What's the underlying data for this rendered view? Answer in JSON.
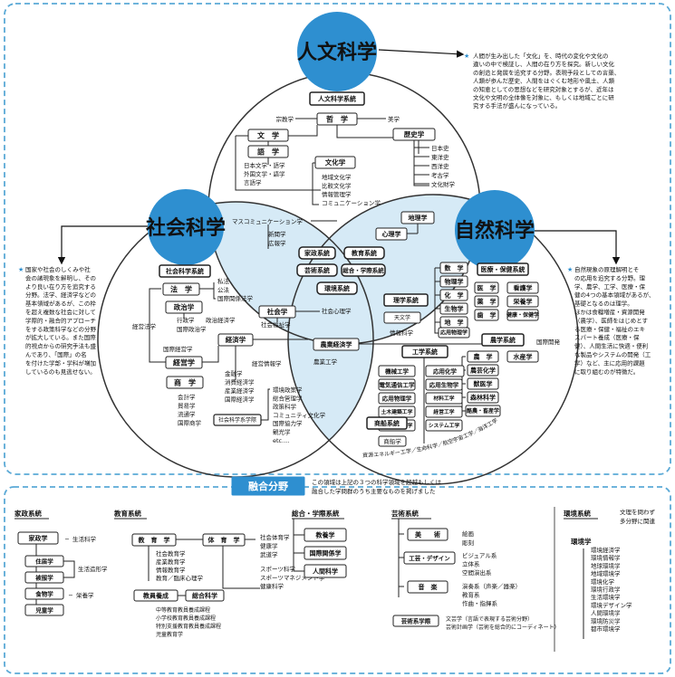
{
  "upper": {
    "humanities": {
      "title": "人文科学",
      "desc": [
        "人間が生み出した「文化」を、時代の変化や文化の",
        "違いの中で検証し、人間の在り方を探究。新しい文化",
        "の創造と発展を追究する分野。表現手段としての言葉、",
        "人類が歩んだ歴史、人間をはぐくむ地形や風土、人類",
        "の知恵としての思想などを研究対象とするが、近年は",
        "文化や文明の全体像を対象に、もしくは地域ごとに研",
        "究する手法が盛んになっている。"
      ],
      "system_label": "人文科学系統",
      "philosophy": "哲　学",
      "religion": "宗教学",
      "aesthetics": "美学",
      "literature": "文　学",
      "history": "歴史学",
      "history_items": [
        "日本史",
        "東洋史",
        "西洋史",
        "考古学",
        "文化財学"
      ],
      "linguistics": "語　学",
      "lang_items": [
        "日本文学・語学",
        "外国文学・語学",
        "言語学"
      ],
      "culture": "文化学",
      "culture_items": [
        "地域文化学",
        "比較文化学",
        "情報管理学",
        "コミュニケーション学"
      ],
      "geography": "地理学",
      "psychology": "心理学",
      "mass_comm": "マスコミュニケーション学",
      "news": [
        "新聞学",
        "広報学"
      ]
    },
    "social": {
      "title": "社会科学",
      "desc": [
        "国家や社会のしくみや社",
        "会の諸現象を解明し、その",
        "より良い在り方を追究する",
        "分野。法学、経済学などの",
        "基本領域があるが、この枠",
        "を超え複数な社会に対して",
        "学際的・融合的アプローチ",
        "をする政策科学などの分野",
        "が拡大している。また国際",
        "的視点からの研究手法も盛",
        "んであり、「国際」の名",
        "を付けた学部・学科が増加",
        "しているのも見逃せない。"
      ],
      "system_label": "社会科学系統",
      "law": "法　学",
      "law_items": [
        "私法",
        "公法",
        "国際関係法学"
      ],
      "politics": "政治学",
      "politics_items": [
        "行政学",
        "国際政治学"
      ],
      "polecon": "政治経済学",
      "mgmt_law": "経営法学",
      "intl_mgmt": "国際経営学",
      "business": "経営学",
      "economics": "経済学",
      "commerce": "商　学",
      "commerce_items": [
        "会計学",
        "貿易学",
        "流通学",
        "国際商学"
      ],
      "econ_items": [
        "金融学",
        "消費経済学",
        "産業経済学",
        "国際経済学"
      ],
      "mgmt_info": "経営情報学",
      "social_sci_label": "社会科学系学際",
      "policy_items": [
        "環境政策学",
        "総合管理学",
        "政策科学",
        "コミュニティ文化学",
        "国際協力学",
        "観光学",
        "etc.…"
      ],
      "sociology": "社会学",
      "social_welfare": "社会福祉学",
      "social_psych": "社会心理学"
    },
    "natural": {
      "title": "自然科学",
      "desc": [
        "自然現象の原理解明とそ",
        "の応用を追究する分野。理",
        "学、農学、工学、医療・保",
        "健の4つの基本領域があるが、",
        "基礎となるのは理学。",
        "ほかは食糧増産・資源開発",
        "（農学）、医師をはじめとす",
        "る医療・保健・福祉のエキ",
        "スパート養成（医療・保",
        "健）、人間生活に快適・便利",
        "な製品やシステムの開発（工",
        "学）など、主に応用的課題",
        "に取り組むのが特徴だ。"
      ],
      "science_label": "理学系統",
      "science_items": [
        "数　学",
        "物理学",
        "化　学",
        "生物学",
        "地　学",
        "応用物理学"
      ],
      "astronomy": "天文学",
      "sci_info": "情報科学",
      "med_label": "医療・保健系統",
      "med_items": [
        "医　学",
        "看護学",
        "薬　学",
        "栄養学",
        "歯　学",
        "健康・保健学"
      ],
      "agri_label": "農学系統",
      "agri_econ": "農業経済学",
      "agri_items": [
        "農　学",
        "水産学",
        "農芸化学",
        "獣医学",
        "森林科学",
        "酪農・畜産学"
      ],
      "intl_dev": "国際開発",
      "eng_label": "工学系統",
      "eng_items": [
        "機械工学",
        "応用化学",
        "電気通信工学",
        "応用生物学",
        "応用物理学",
        "材料工学",
        "土木建築工学",
        "経営工学",
        "デザイン工学",
        "システム工学"
      ],
      "ship_label": "商船系統",
      "ship_item": "商船学",
      "arc_left": "資源エネルギー工学／生命科学／航空宇宙工学／海洋工学",
      "agri_eng": "農業工学"
    },
    "center": {
      "home": "家政系統",
      "edu": "教育系統",
      "art": "芸術系統",
      "integ": "総合・学際系統",
      "env": "環境系統"
    }
  },
  "lower": {
    "title": "融合分野",
    "note": [
      "この領域は上記の３つの科学領域を超越もしくは",
      "融合した学問群のうち主要なものを掲げました"
    ],
    "home": {
      "label": "家政系統",
      "root": "家政学",
      "root_note": "生活科学",
      "items": [
        "住居学",
        "被服学",
        "食物学",
        "児童学"
      ],
      "note_a": "生活造形学",
      "note_b": "栄養学"
    },
    "edu": {
      "label": "教育系統",
      "root": "教　育　学",
      "items": [
        "社会教育学",
        "産業教育学",
        "情報教育学",
        "教育／臨床心理学"
      ],
      "pe": "体　育　学",
      "pe_items": [
        "社会体育学",
        "健康学",
        "武道学",
        "スポーツ科学",
        "スポーツマネジメント学",
        "健康科学"
      ],
      "teacher": "教員養成",
      "general": "総合科学",
      "teacher_items": [
        "中等教育教員養成課程",
        "小学校教育教員養成課程",
        "特別支援教育教員養成課程",
        "児童教育学"
      ]
    },
    "integ": {
      "label": "総合・学際系統",
      "items": [
        "教養学",
        "国際関係学",
        "人間科学"
      ]
    },
    "art": {
      "label": "芸術系統",
      "art": "美　　術",
      "art_items": [
        "絵画",
        "彫刻"
      ],
      "design": "工芸・デザイン",
      "design_items": [
        "ビジュアル系",
        "立体系",
        "空間演出系"
      ],
      "music": "音　楽",
      "music_items": [
        "演奏系（声楽／器楽）",
        "教育系",
        "作曲・指揮系"
      ],
      "science": "芸術系学際",
      "science_items": [
        "文芸学（言語で表現する芸術分野）",
        "芸術計画学（芸術を総合的にコーディネート）"
      ]
    },
    "env": {
      "label": "環境系統",
      "note": [
        "文理を問わず",
        "多分野に関連"
      ],
      "root": "環境学",
      "items": [
        "環境経済学",
        "環境情報学",
        "地球環境学",
        "地域環境学",
        "環境化学",
        "環境行政学",
        "生活環境学",
        "環境デザイン学",
        "人間環境学",
        "環境防災学",
        "都市環境学"
      ]
    }
  }
}
